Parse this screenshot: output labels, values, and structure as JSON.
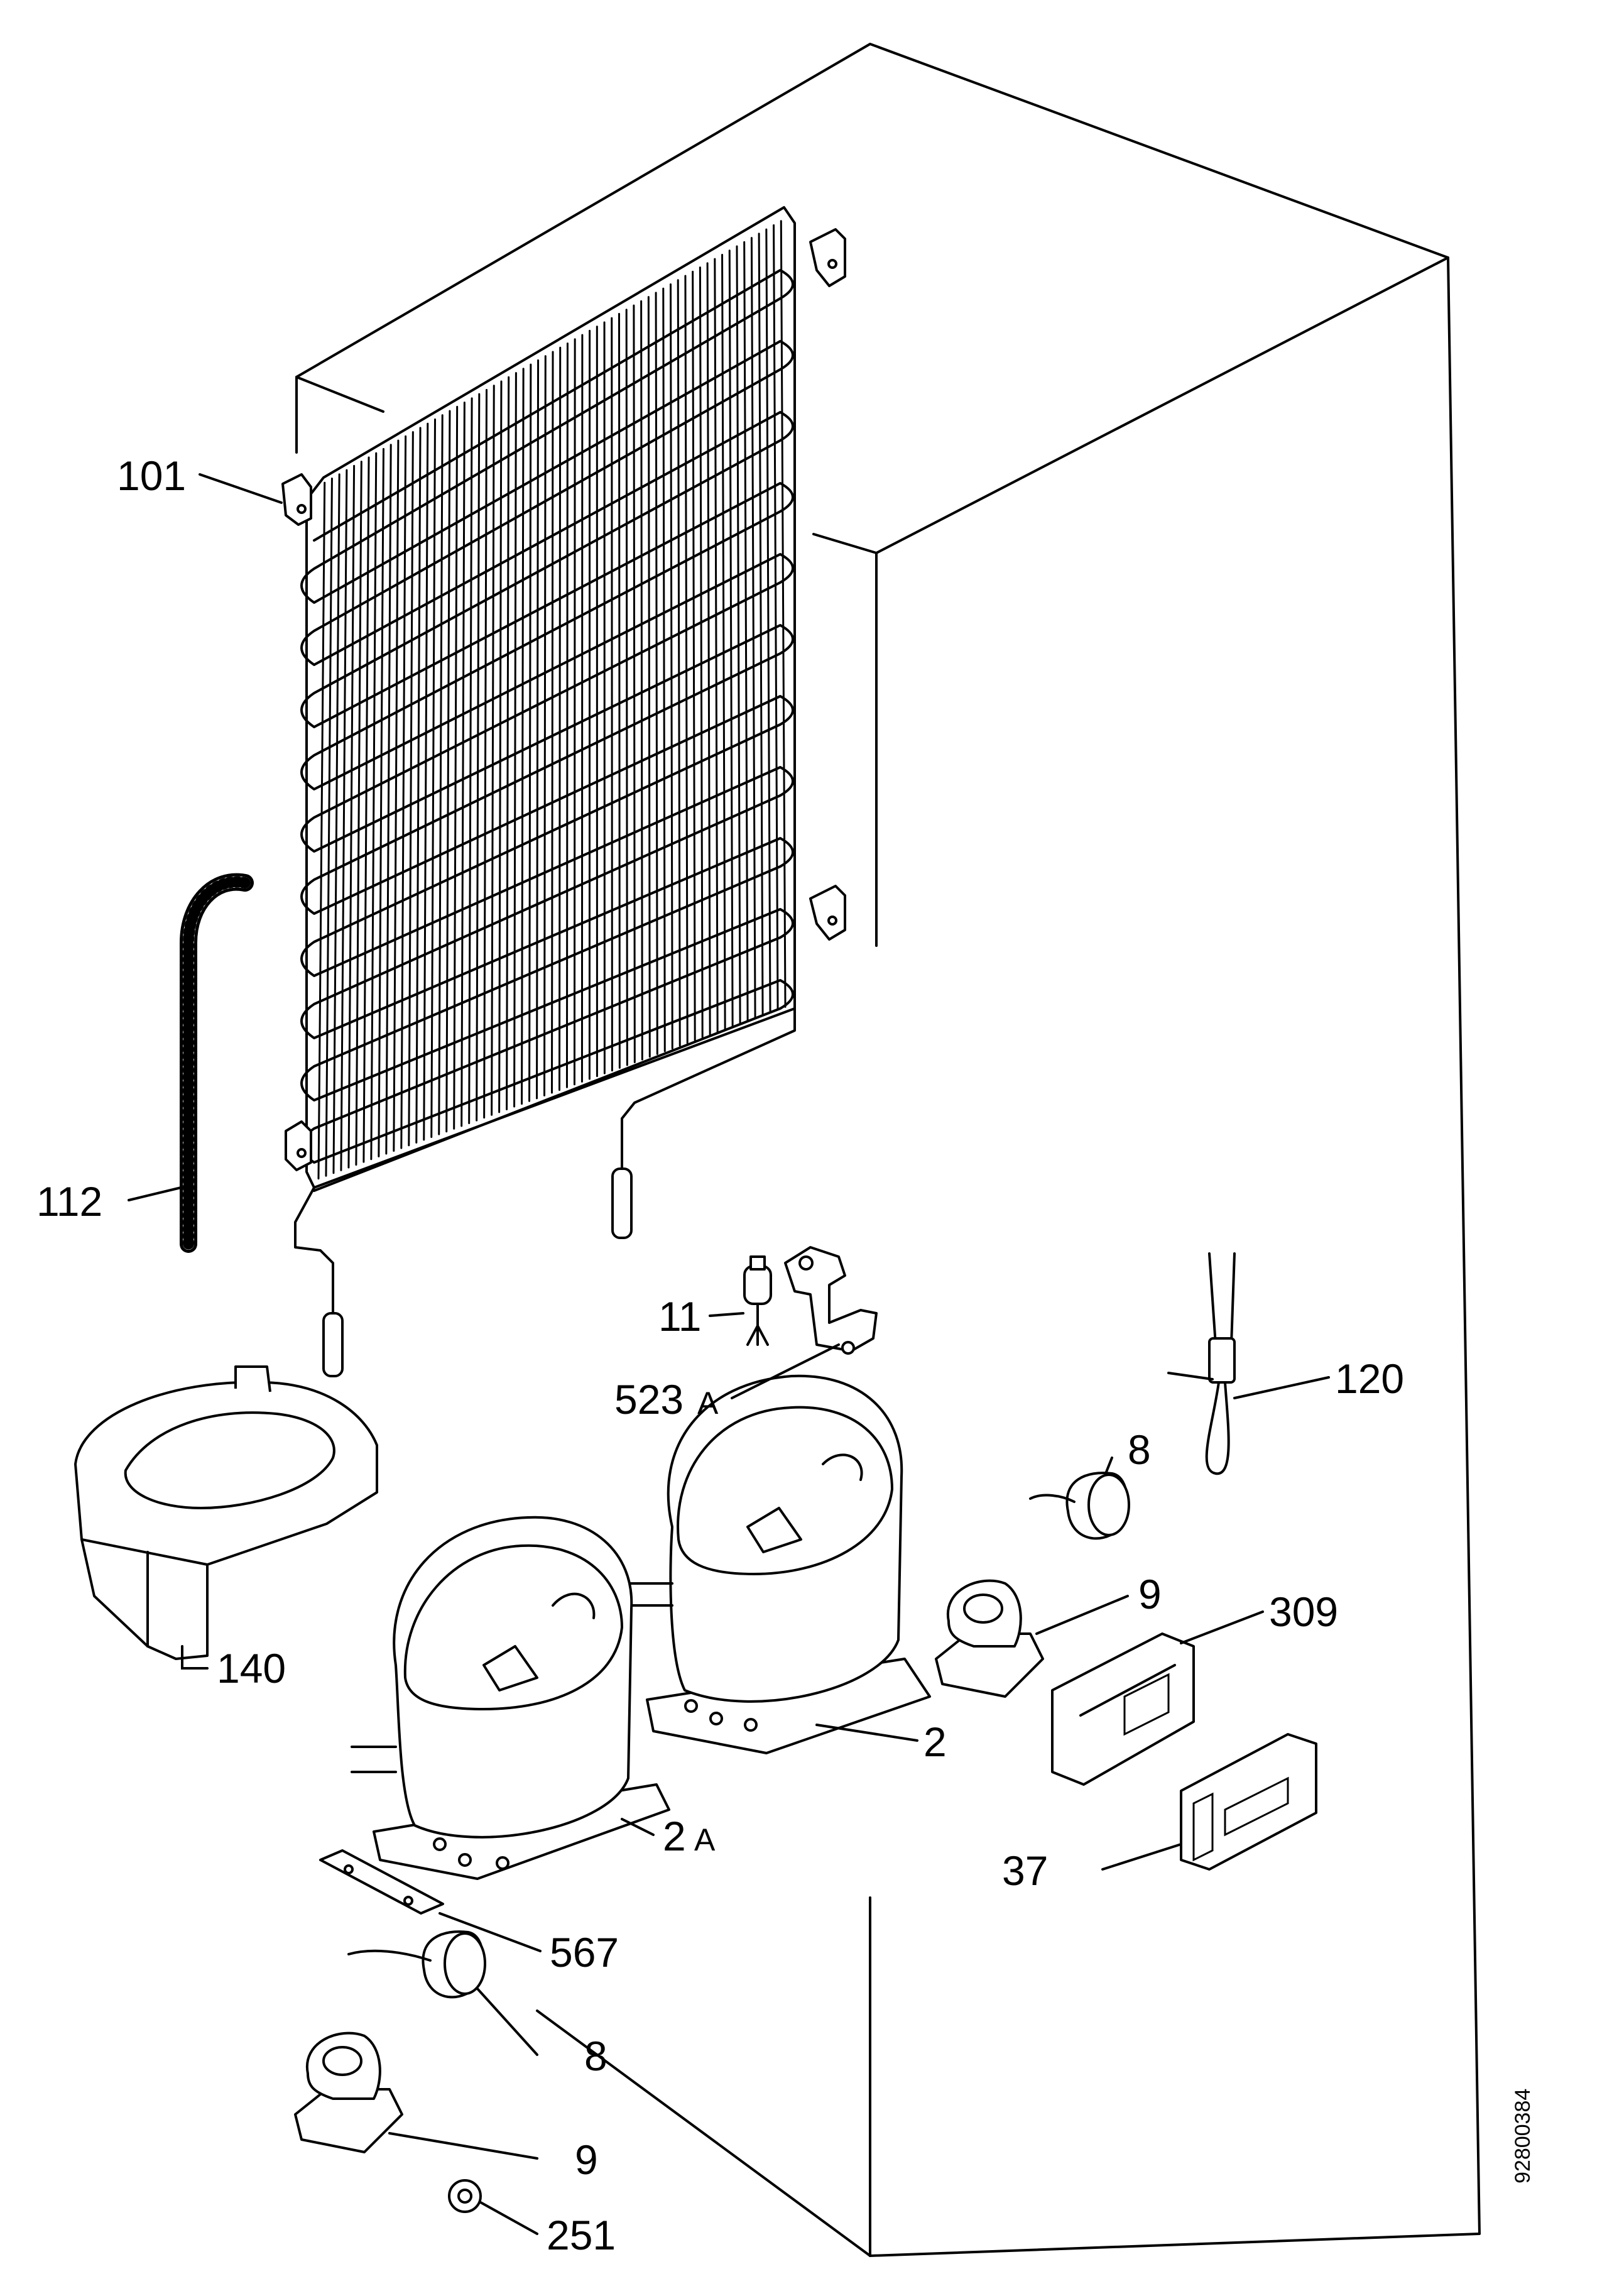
{
  "diagram": {
    "document_number": "92800384",
    "callouts": {
      "c101": "101",
      "c112": "112",
      "c11": "11",
      "c523": "523",
      "c523_suffix": "A",
      "c120": "120",
      "c140": "140",
      "c8_top": "8",
      "c9_top": "9",
      "c309": "309",
      "c2": "2",
      "c2a": "2",
      "c2a_suffix": "A",
      "c37": "37",
      "c567": "567",
      "c8_bottom": "8",
      "c9_bottom": "9",
      "c251": "251"
    }
  }
}
